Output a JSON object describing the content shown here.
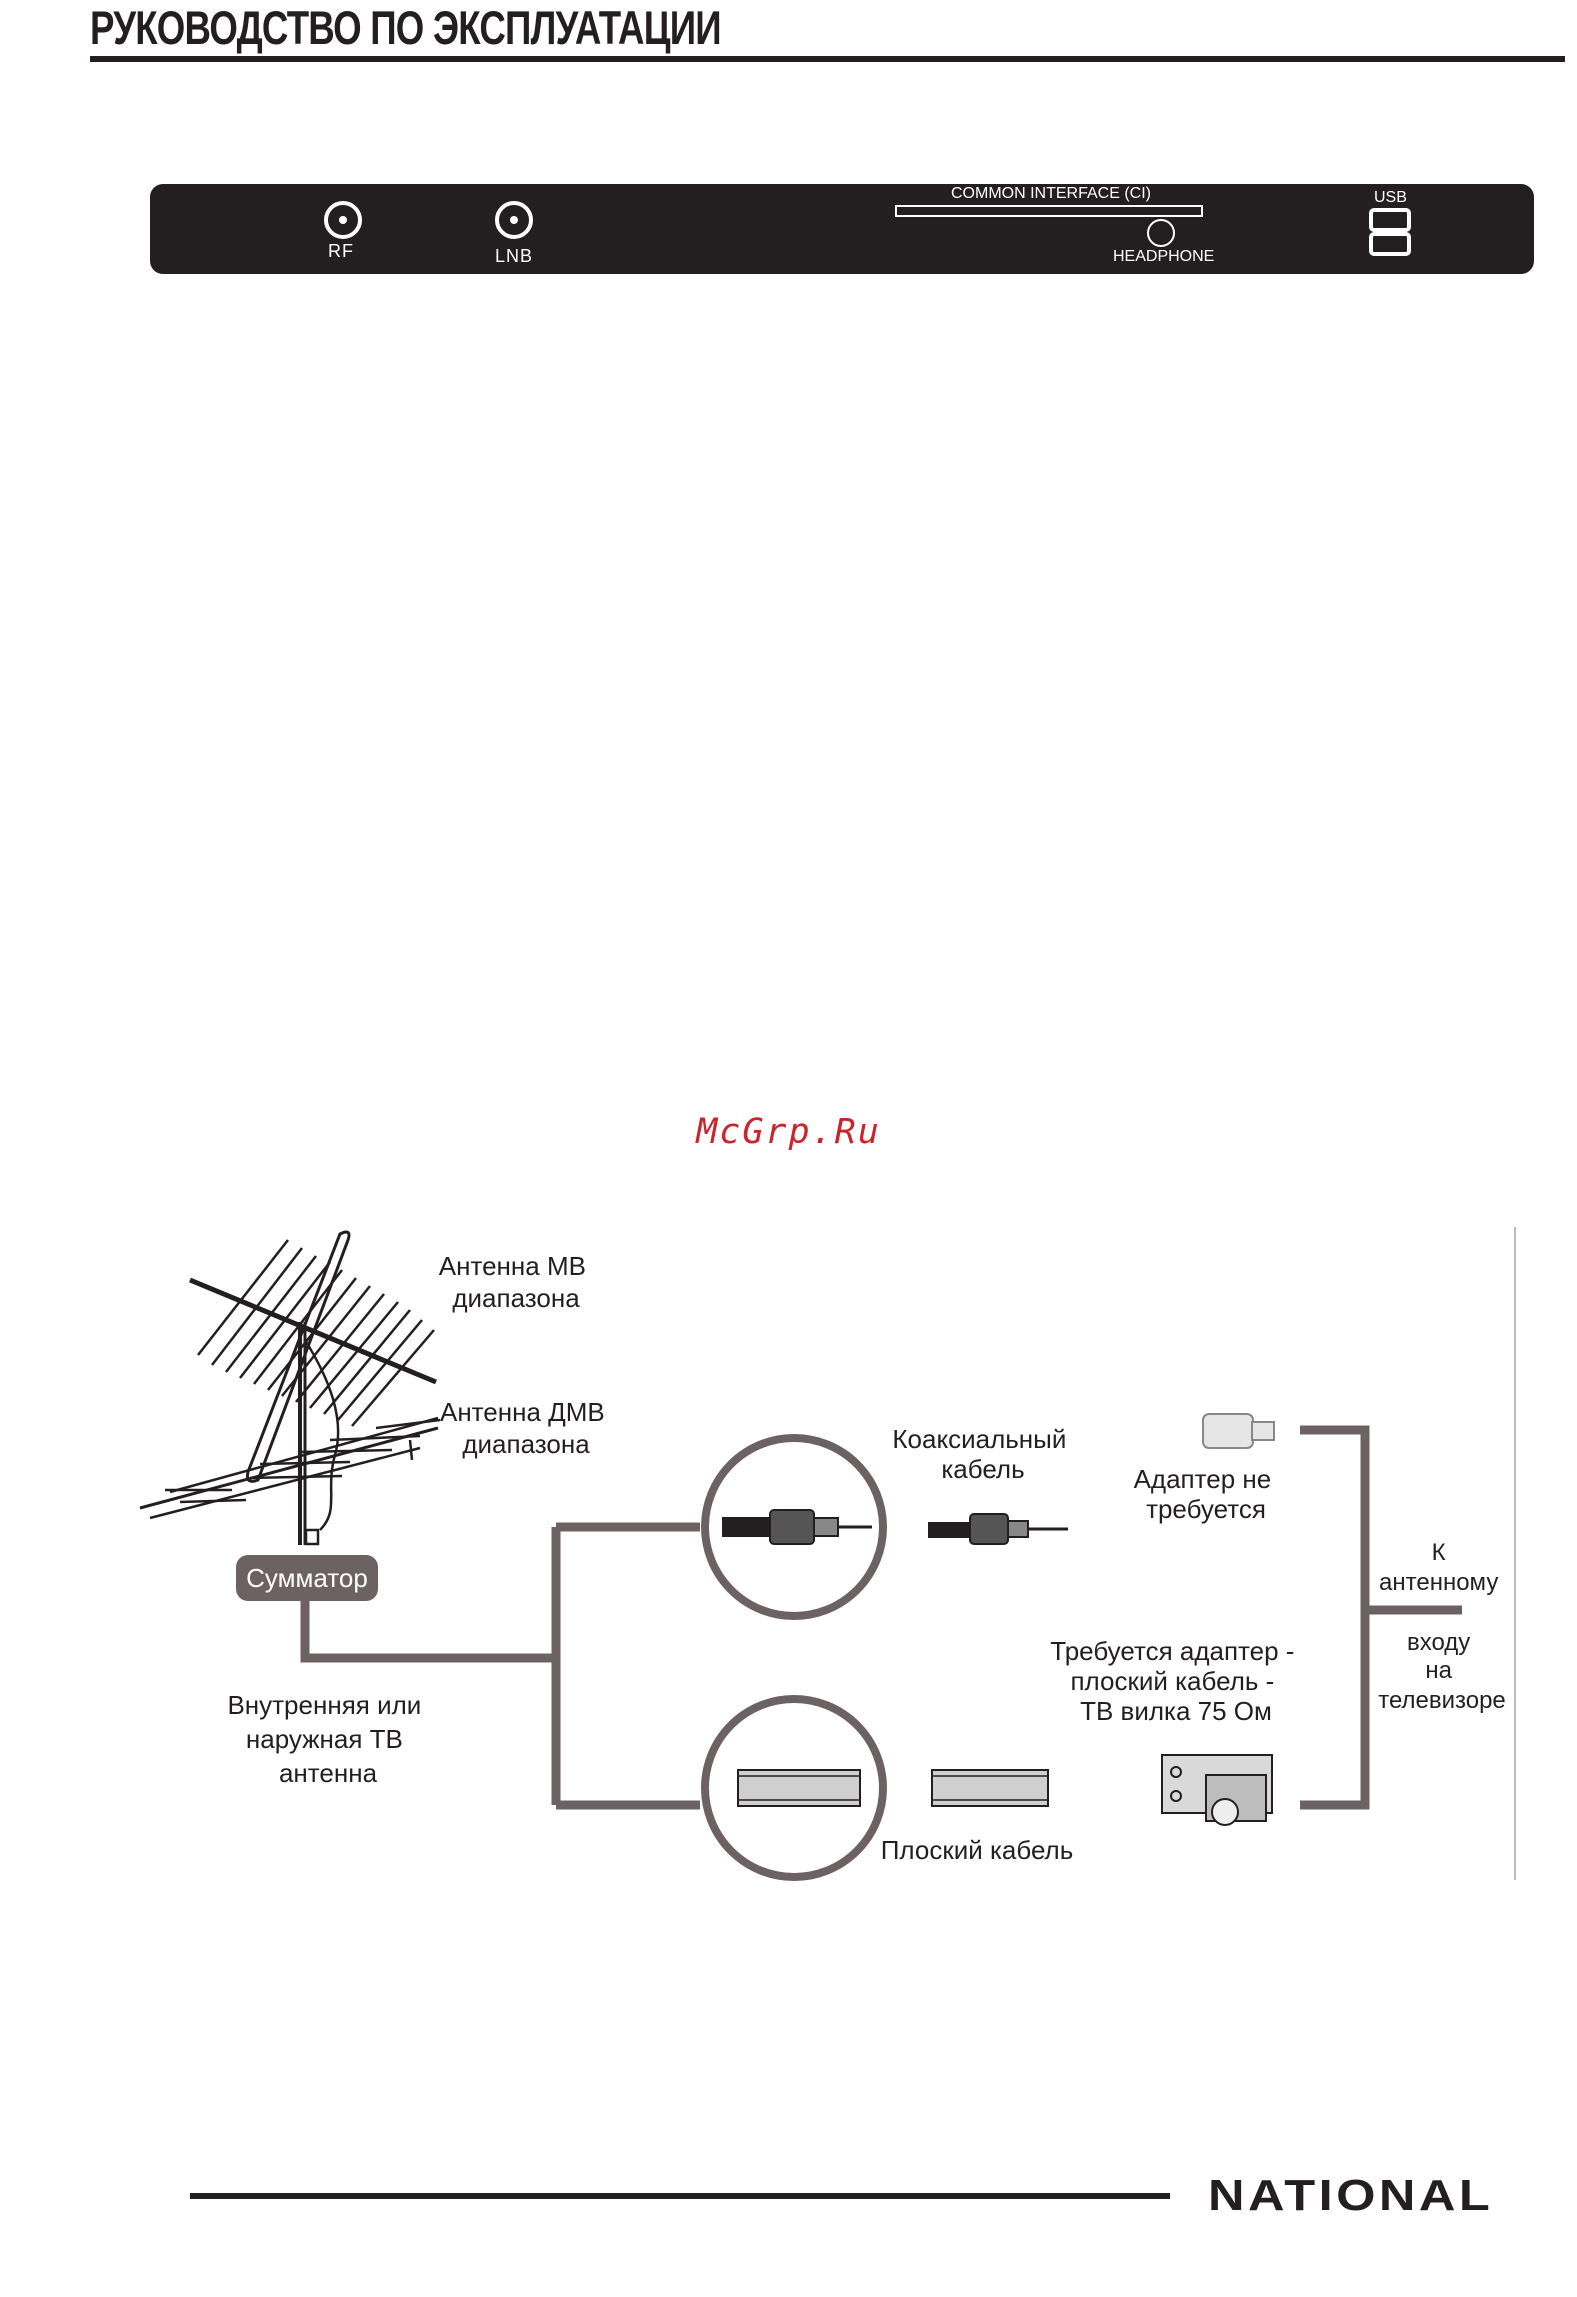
{
  "header": {
    "title": "РУКОВОДСТВО ПО ЭКСПЛУАТАЦИИ"
  },
  "panel": {
    "rf": "RF",
    "lnb": "LNB",
    "ci": "COMMON INTERFACE (CI)",
    "headphone": "HEADPHONE",
    "usb": "USB"
  },
  "watermark": "McGrp.Ru",
  "diagram": {
    "antenna_vhf": [
      "Антенна МВ",
      "диапазона"
    ],
    "antenna_uhf": [
      "Антенна ДМВ",
      "диапазона"
    ],
    "combiner": "Сумматор",
    "indoor_outdoor": [
      "Внутренняя или",
      "наружная ТВ",
      "антенна"
    ],
    "coax_cable": [
      "Коаксиальный",
      "кабель"
    ],
    "no_adapter": [
      "Адаптер не",
      "требуется"
    ],
    "adapter_required": [
      "Требуется адаптер -",
      "плоский кабель -",
      "ТВ вилка 75 Ом"
    ],
    "flat_cable": "Плоский кабель",
    "to_tv_input": [
      "К",
      "антенному",
      "входу",
      "на",
      "телевизоре"
    ]
  },
  "footer": {
    "brand": "NATIONAL"
  },
  "colors": {
    "line": "#6d6263",
    "ink": "#231f20",
    "watermark": "#c9252c"
  }
}
